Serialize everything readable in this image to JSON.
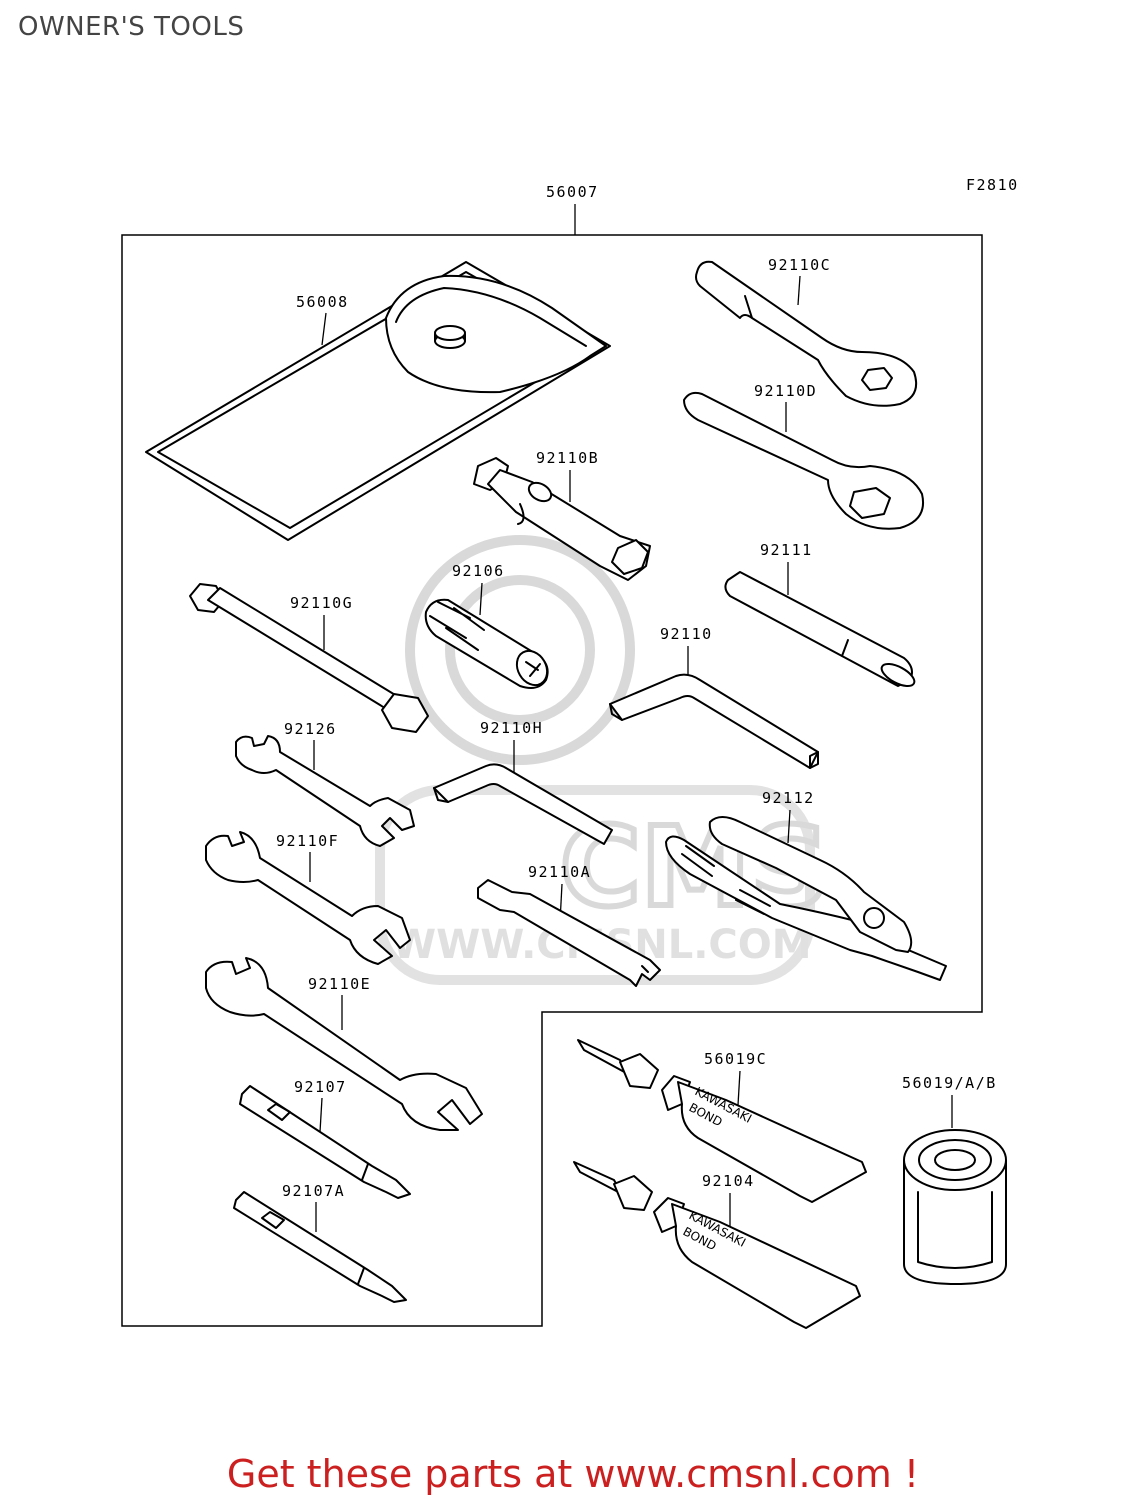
{
  "page_title": "OWNER'S TOOLS",
  "figure_code": "F2810",
  "call_to_action": "Get these parts at www.cmsnl.com !",
  "watermark": {
    "brand": "CMS",
    "url": "WWW.CMSNL.COM",
    "color": "#d9d9d9"
  },
  "tube_text": [
    "KAWASAKI",
    "BOND"
  ],
  "colors": {
    "cta": "#cc1f1f",
    "title": "#444444"
  },
  "parts": [
    {
      "id": "kit",
      "number": "56007"
    },
    {
      "id": "bag",
      "number": "56008"
    },
    {
      "id": "wrench-c",
      "number": "92110C"
    },
    {
      "id": "wrench-d",
      "number": "92110D"
    },
    {
      "id": "socket-b",
      "number": "92110B"
    },
    {
      "id": "spark-plug-tool",
      "number": "92106"
    },
    {
      "id": "bar-g",
      "number": "92110G"
    },
    {
      "id": "handle",
      "number": "92111"
    },
    {
      "id": "hex-key",
      "number": "92110"
    },
    {
      "id": "wrench-92126",
      "number": "92126"
    },
    {
      "id": "hex-key-h",
      "number": "92110H"
    },
    {
      "id": "pliers",
      "number": "92112"
    },
    {
      "id": "wrench-f",
      "number": "92110F"
    },
    {
      "id": "spoke-wrench",
      "number": "92110A"
    },
    {
      "id": "wrench-e",
      "number": "92110E"
    },
    {
      "id": "bond-tube-c",
      "number": "56019C"
    },
    {
      "id": "bond-can",
      "number": "56019/A/B"
    },
    {
      "id": "screwdriver",
      "number": "92107"
    },
    {
      "id": "bond-tube",
      "number": "92104"
    },
    {
      "id": "screwdriver-a",
      "number": "92107A"
    }
  ]
}
